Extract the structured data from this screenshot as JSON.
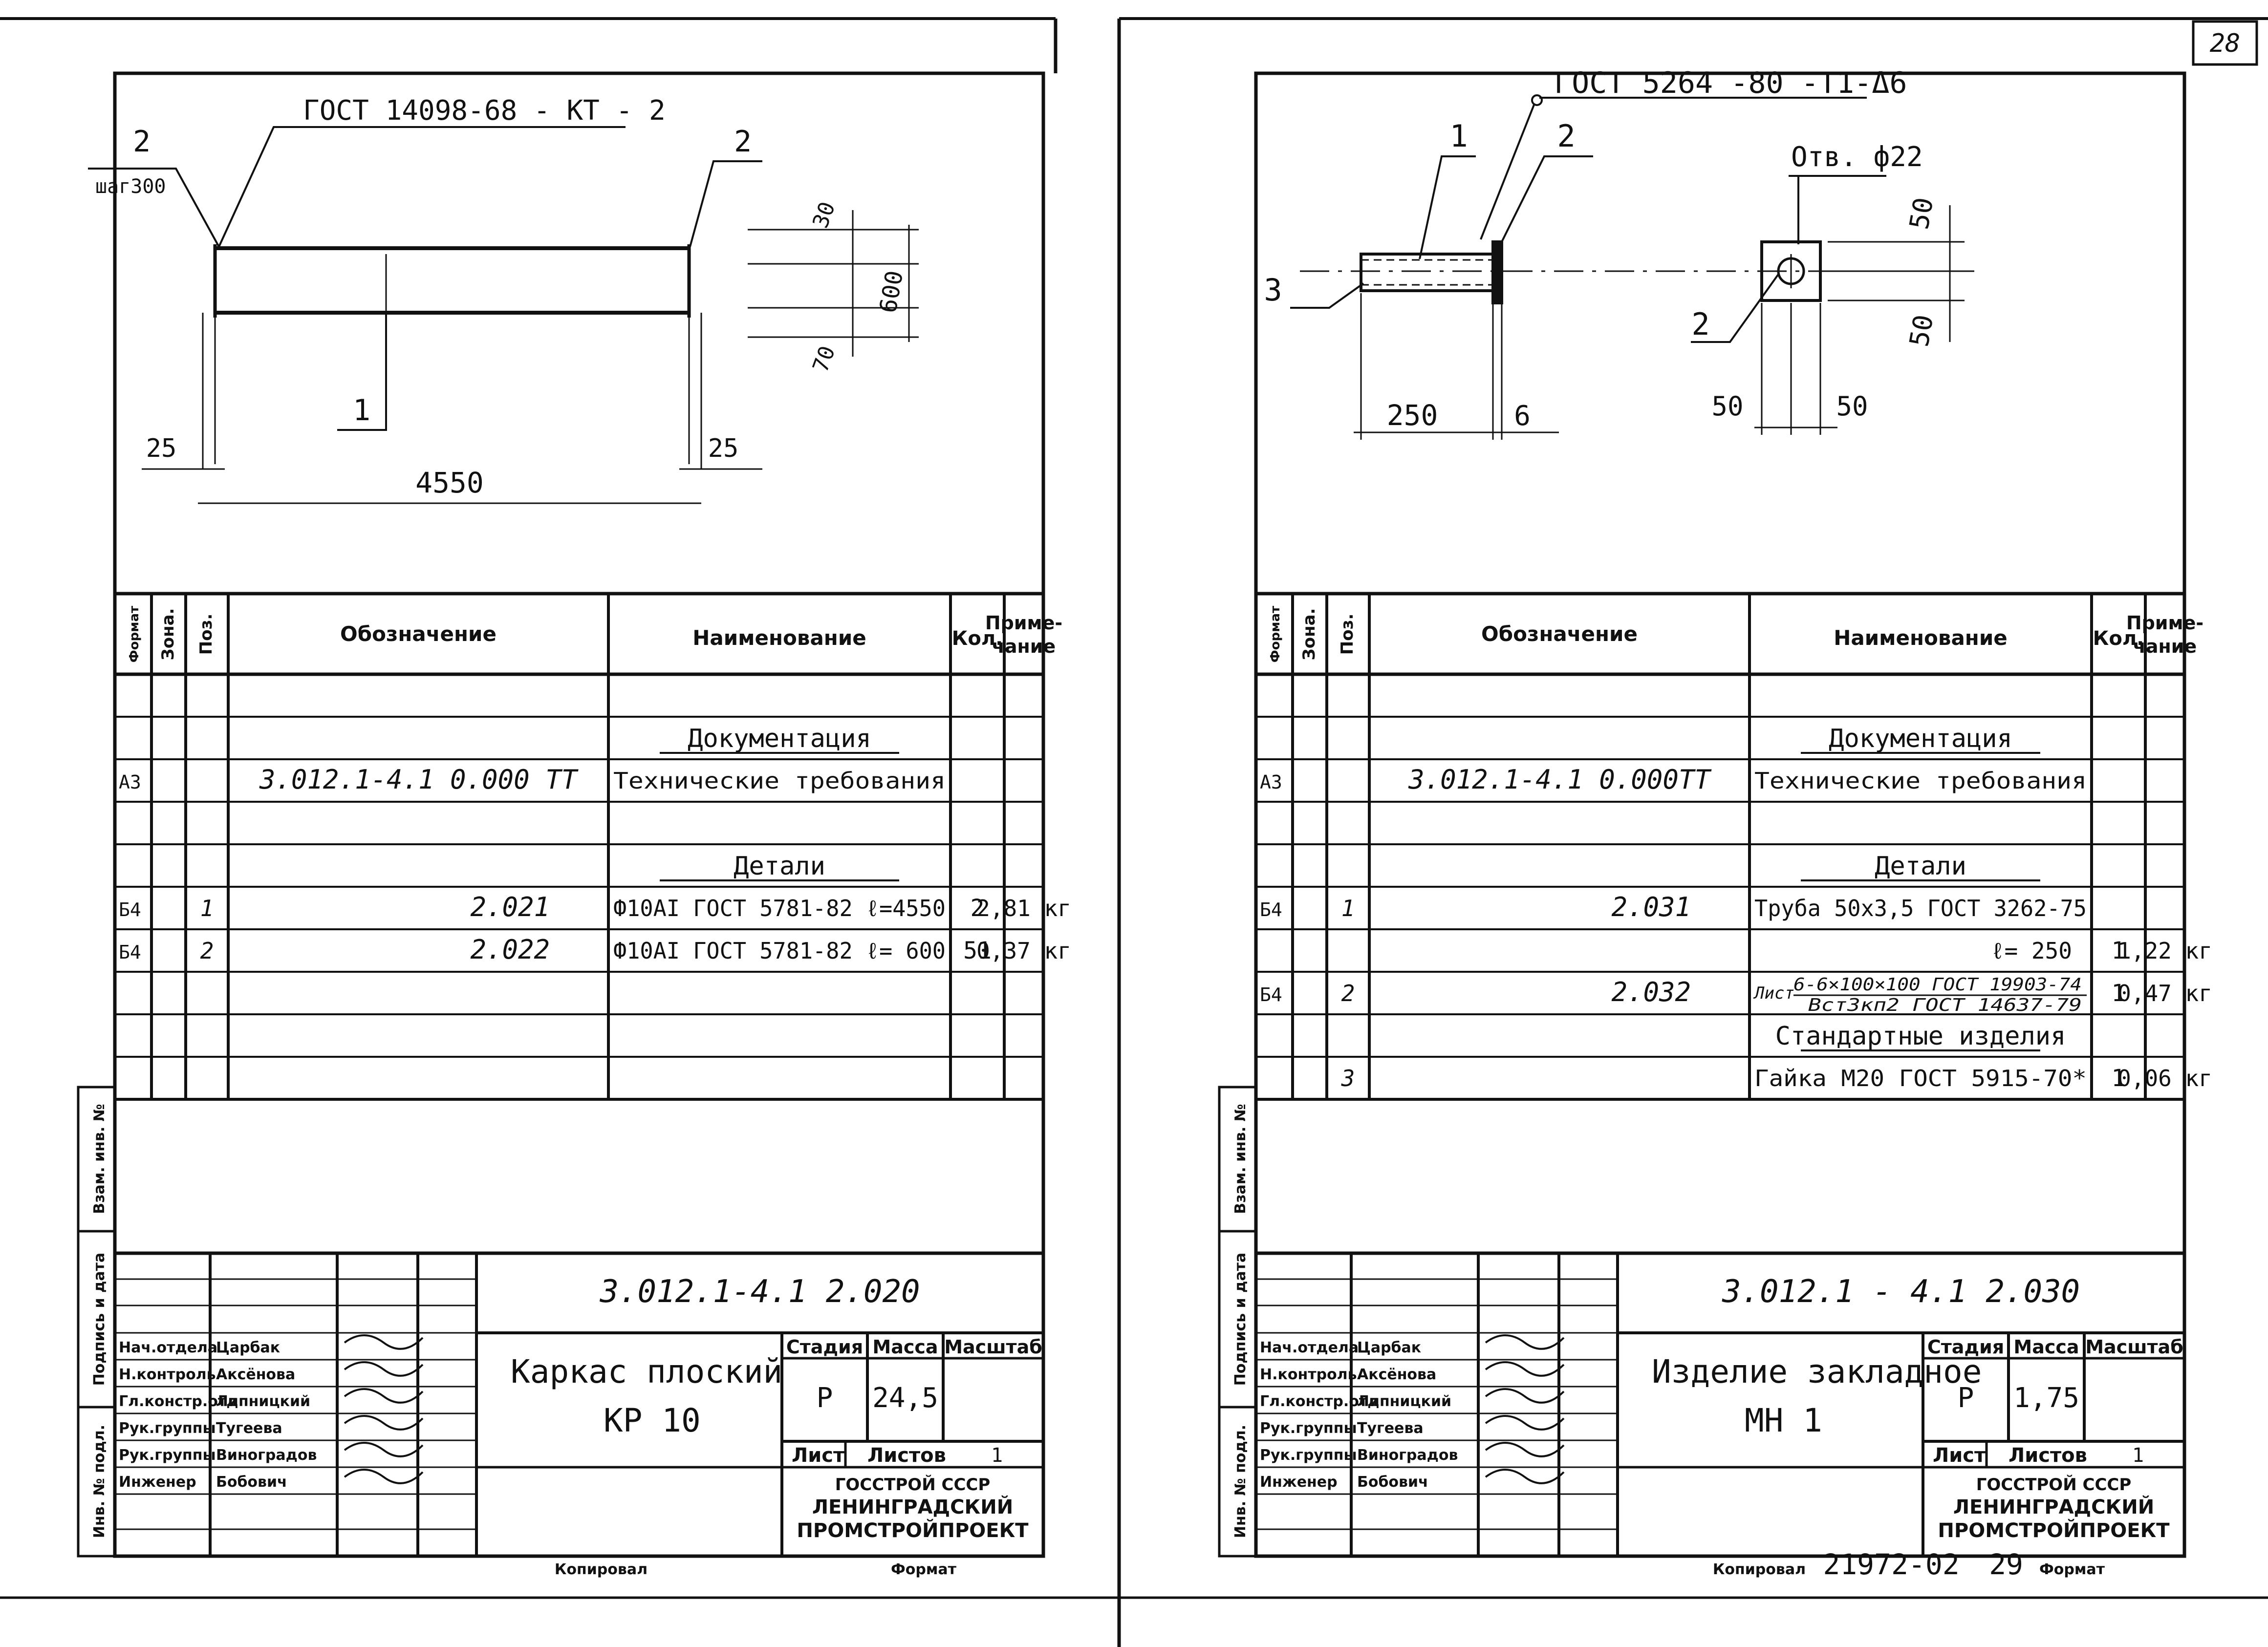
{
  "sheet_number": "28",
  "footer": {
    "copied_label": "Копировал",
    "format_label": "Формат",
    "inventory_number": "21972-02",
    "page_number": "29"
  },
  "side_labels": {
    "replacement_inv": "Взам. инв. №",
    "sign_date": "Подпись и дата",
    "original_inv": "Инв. № подл."
  },
  "table_headers": {
    "format": "Формат",
    "zone": "Зона.",
    "position": "Поз.",
    "designation": "Обозначение",
    "name": "Наименование",
    "qty": "Кол.",
    "note_line1": "Приме-",
    "note_line2": "чание"
  },
  "title_block_labels": {
    "stage": "Стадия",
    "mass": "Масса",
    "scale": "Масштаб",
    "sheet": "Лист",
    "sheets": "Листов",
    "org_line1": "ГОССТРОЙ СССР",
    "org_line2": "ЛЕНИНГРАДСКИЙ",
    "org_line3": "ПРОМСТРОЙПРОЕКТ"
  },
  "staff": [
    {
      "role": "Нач.отдела",
      "name": "Царбак"
    },
    {
      "role": "Н.контроль",
      "name": "Аксёнова"
    },
    {
      "role": "Гл.констр.отд",
      "name": "Липницкий"
    },
    {
      "role": "Рук.группы",
      "name": "Тугеева"
    },
    {
      "role": "Рук.группы",
      "name": "Виноградов"
    },
    {
      "role": "Инженер",
      "name": "Бобович"
    }
  ],
  "left": {
    "drawing": {
      "weld_callout": "ГОСТ 14098-68 - КТ - 2",
      "pos_left": "2",
      "pitch": "шаг300",
      "pos_right": "2",
      "pos_bar": "1",
      "dim_top": "30",
      "dim_height": "600",
      "dim_bottom": "70",
      "dim_left_offset": "25",
      "dim_right_offset": "25",
      "dim_length": "4550"
    },
    "rows": [
      {
        "fmt": "",
        "zone": "",
        "pos": "",
        "designation": "",
        "name": "",
        "qty": "",
        "note": ""
      },
      {
        "fmt": "",
        "zone": "",
        "pos": "",
        "designation": "",
        "name": "Документация",
        "qty": "",
        "note": "",
        "section": true
      },
      {
        "fmt": "А3",
        "zone": "",
        "pos": "",
        "designation": "3.012.1-4.1  0.000 ТТ",
        "name": "Технические требования",
        "qty": "",
        "note": ""
      },
      {
        "fmt": "",
        "zone": "",
        "pos": "",
        "designation": "",
        "name": "",
        "qty": "",
        "note": ""
      },
      {
        "fmt": "",
        "zone": "",
        "pos": "",
        "designation": "",
        "name": "Детали",
        "qty": "",
        "note": "",
        "section": true
      },
      {
        "fmt": "Б4",
        "zone": "",
        "pos": "1",
        "designation": "2.021",
        "name": "Ф10АI ГОСТ 5781-82 ℓ=4550",
        "qty": "2",
        "note": "2,81 кг"
      },
      {
        "fmt": "Б4",
        "zone": "",
        "pos": "2",
        "designation": "2.022",
        "name": "Ф10АI ГОСТ 5781-82 ℓ= 600",
        "qty": "51",
        "note": "0,37 кг"
      },
      {
        "fmt": "",
        "zone": "",
        "pos": "",
        "designation": "",
        "name": "",
        "qty": "",
        "note": ""
      },
      {
        "fmt": "",
        "zone": "",
        "pos": "",
        "designation": "",
        "name": "",
        "qty": "",
        "note": ""
      },
      {
        "fmt": "",
        "zone": "",
        "pos": "",
        "designation": "",
        "name": "",
        "qty": "",
        "note": ""
      }
    ],
    "title_block": {
      "code": "3.012.1-4.1  2.020",
      "title_line1": "Каркас  плоский",
      "title_line2": "КР 10",
      "stage": "Р",
      "mass": "24,5",
      "scale": "",
      "sheets_count": "1"
    }
  },
  "right": {
    "drawing": {
      "weld_callout": "ГОСТ 5264 -80 -Т1-Δ6",
      "pos_pipe": "1",
      "pos_plate": "2",
      "pos_nut": "3",
      "hole": "Отв. ф22",
      "pos_plate_front": "2",
      "dim_pipe_length": "250",
      "dim_plate_thk": "6",
      "dim_top": "50",
      "dim_bottom": "50",
      "dim_left": "50",
      "dim_right": "50"
    },
    "rows": [
      {
        "fmt": "",
        "zone": "",
        "pos": "",
        "designation": "",
        "name": "",
        "qty": "",
        "note": ""
      },
      {
        "fmt": "",
        "zone": "",
        "pos": "",
        "designation": "",
        "name": "Документация",
        "qty": "",
        "note": "",
        "section": true
      },
      {
        "fmt": "А3",
        "zone": "",
        "pos": "",
        "designation": "3.012.1-4.1  0.000ТТ",
        "name": "Технические требования",
        "qty": "",
        "note": ""
      },
      {
        "fmt": "",
        "zone": "",
        "pos": "",
        "designation": "",
        "name": "",
        "qty": "",
        "note": ""
      },
      {
        "fmt": "",
        "zone": "",
        "pos": "",
        "designation": "",
        "name": "Детали",
        "qty": "",
        "note": "",
        "section": true
      },
      {
        "fmt": "Б4",
        "zone": "",
        "pos": "1",
        "designation": "2.031",
        "name": "Труба 50х3,5 ГОСТ 3262-75",
        "qty": "",
        "note": ""
      },
      {
        "fmt": "",
        "zone": "",
        "pos": "",
        "designation": "",
        "name": "ℓ= 250",
        "qty": "1",
        "note": "1,22 кг"
      },
      {
        "fmt": "Б4",
        "zone": "",
        "pos": "2",
        "designation": "2.032",
        "name": "",
        "qty": "1",
        "note": "0,47 кг"
      },
      {
        "fmt": "",
        "zone": "",
        "pos": "",
        "designation": "",
        "name": "Стандартные изделия",
        "qty": "",
        "note": "",
        "section": true
      },
      {
        "fmt": "",
        "zone": "",
        "pos": "3",
        "designation": "",
        "name": "Гайка М20 ГОСТ 5915-70*",
        "qty": "1",
        "note": "0,06 кг"
      }
    ],
    "sheet_item": {
      "prefix": "Лист",
      "numerator": "6-6×100×100 ГОСТ 19903-74",
      "denominator": "Вст3кп2 ГОСТ 14637-79"
    },
    "title_block": {
      "code": "3.012.1 - 4.1  2.030",
      "title_line1": "Изделие закладное",
      "title_line2": "МН 1",
      "stage": "Р",
      "mass": "1,75",
      "scale": "",
      "sheets_count": "1"
    }
  }
}
